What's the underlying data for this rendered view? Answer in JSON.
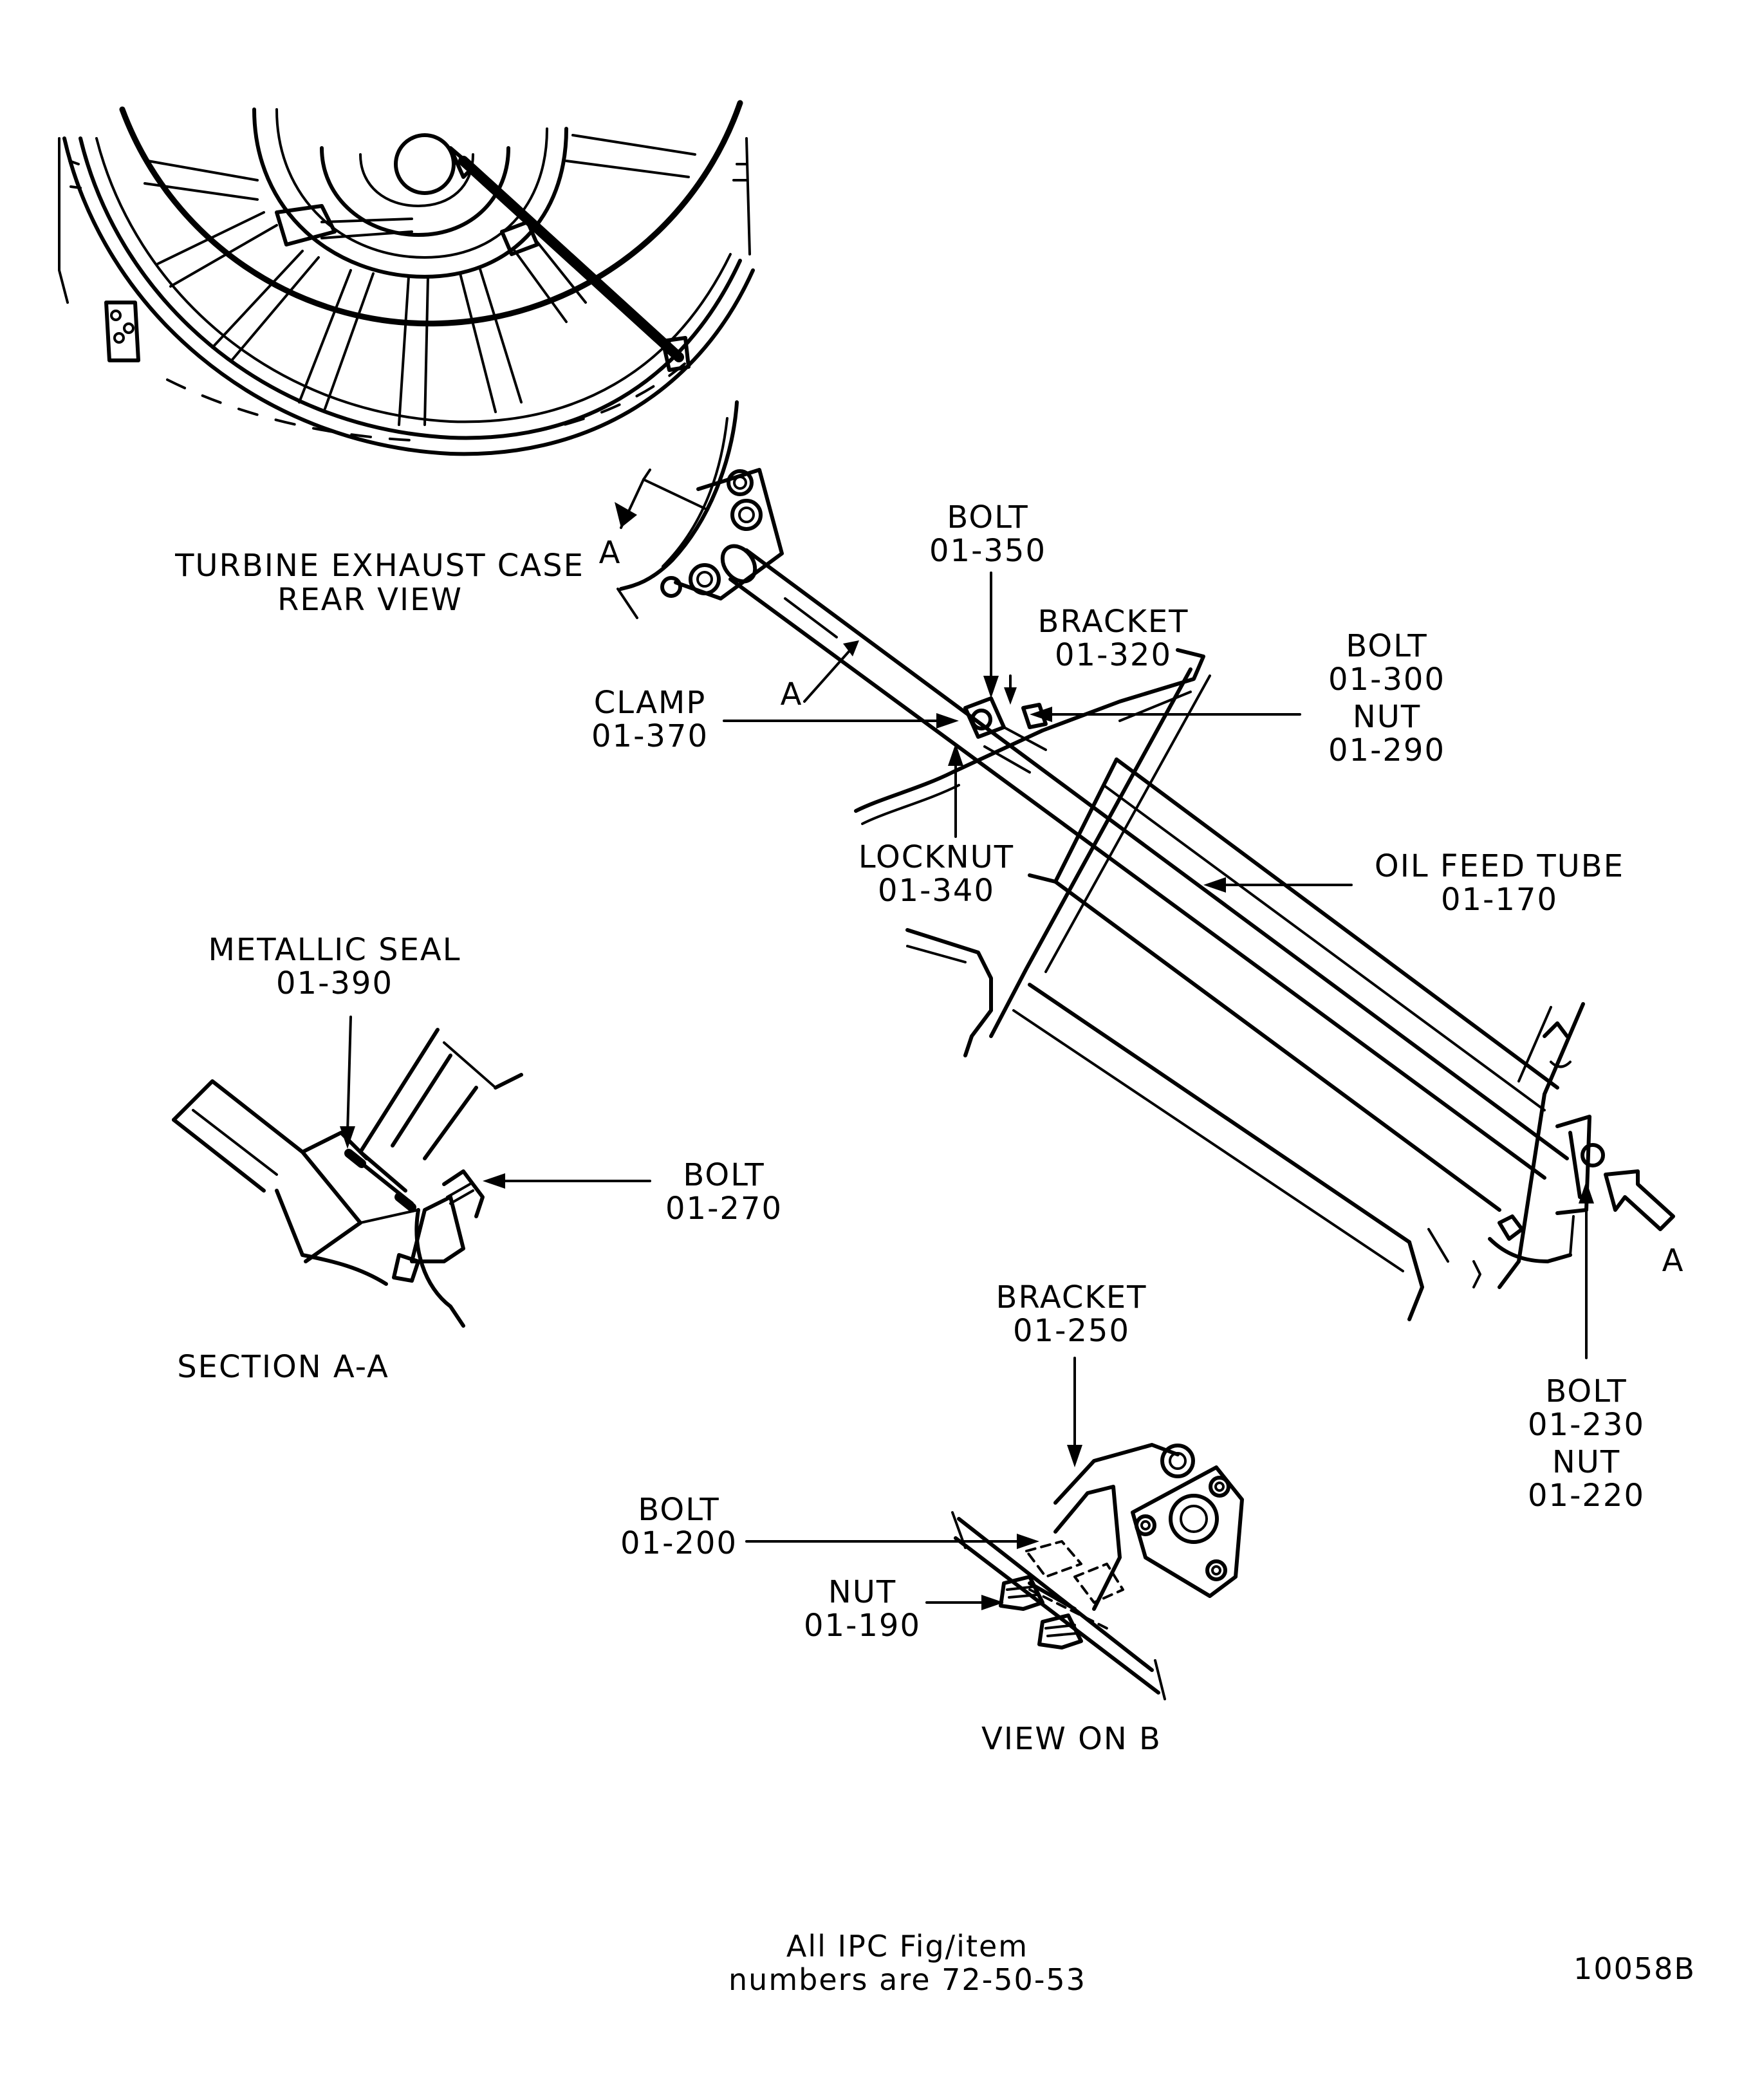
{
  "callouts": {
    "turbine_case_line1": "TURBINE EXHAUST CASE",
    "turbine_case_line2": "REAR VIEW",
    "section_mark_a": "A",
    "bolt_350": "BOLT",
    "bolt_350_num": "01-350",
    "bracket_320": "BRACKET",
    "bracket_320_num": "01-320",
    "bolt_300": "BOLT",
    "bolt_300_num": "01-300",
    "nut_290": "NUT",
    "nut_290_num": "01-290",
    "clamp_370": "CLAMP",
    "clamp_370_num": "01-370",
    "locknut_340": "LOCKNUT",
    "locknut_340_num": "01-340",
    "oil_feed_tube": "OIL FEED TUBE",
    "oil_feed_tube_num": "01-170",
    "metallic_seal": "METALLIC SEAL",
    "metallic_seal_num": "01-390",
    "bolt_270": "BOLT",
    "bolt_270_num": "01-270",
    "section_aa": "SECTION A-A",
    "bracket_250": "BRACKET",
    "bracket_250_num": "01-250",
    "bolt_230": "BOLT",
    "bolt_230_num": "01-230",
    "nut_220": "NUT",
    "nut_220_num": "01-220",
    "bolt_200": "BOLT",
    "bolt_200_num": "01-200",
    "nut_190": "NUT",
    "nut_190_num": "01-190",
    "view_on_b": "VIEW ON  B"
  },
  "footer": {
    "note_line1": "All IPC Fig/item",
    "note_line2": "numbers are 72-50-53",
    "drawing_number": "10058B"
  }
}
